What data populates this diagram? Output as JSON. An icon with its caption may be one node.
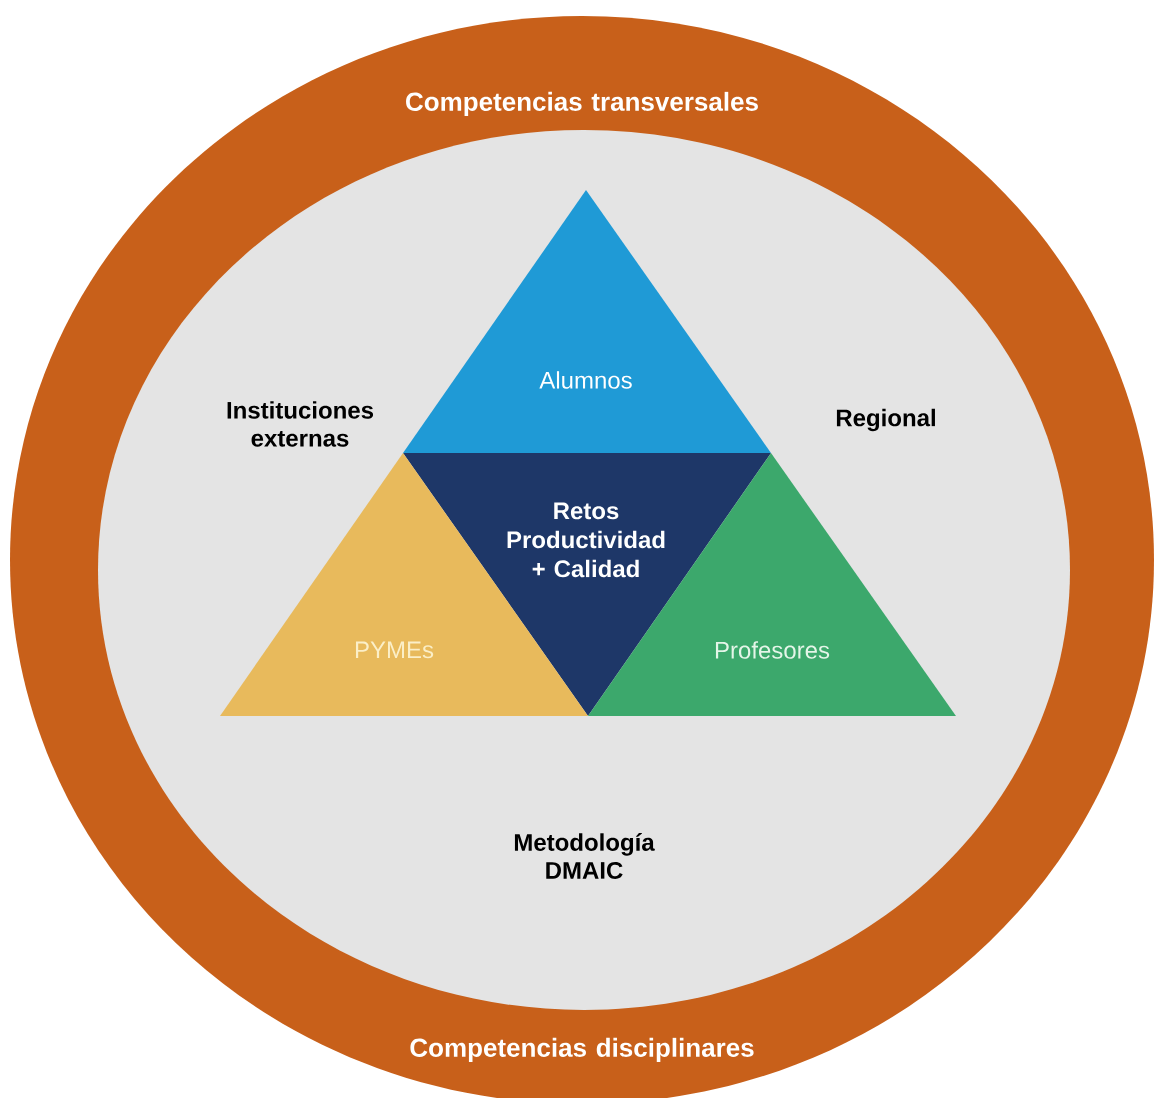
{
  "diagram": {
    "nodes": [
      {
        "text": [
          "Competencias transversales",
          "Competencias disciplinares"
        ]
      },
      {
        "text": [
          "Instituciones externas",
          "Regional",
          "Metodología DMAIC"
        ],
        "in": 0
      },
      {
        "text": [
          "Alumnos"
        ],
        "in": 1
      },
      {
        "text": [
          "Retos Productividad + Calidad"
        ],
        "in": 1
      },
      {
        "text": [
          "PYMEs"
        ],
        "in": 1
      },
      {
        "text": [
          "Profesores"
        ],
        "in": 1
      }
    ]
  }
}
